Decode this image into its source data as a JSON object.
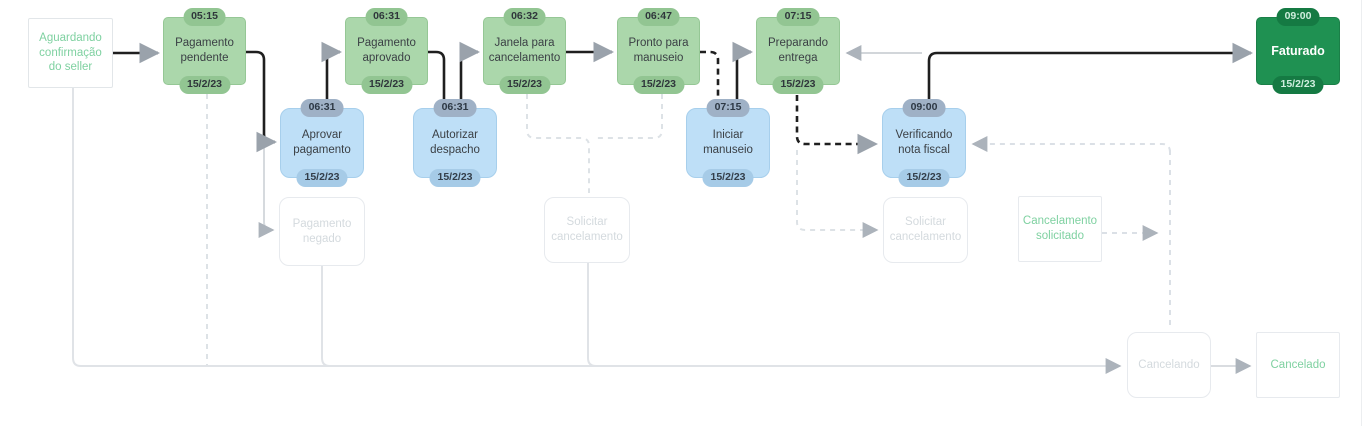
{
  "diagram": {
    "title": "order-workflow",
    "states": {
      "aguardando": {
        "label": "Aguardando confirmação do seller"
      },
      "pagamento_pendente": {
        "label": "Pagamento pendente",
        "time": "05:15",
        "date": "15/2/23"
      },
      "pagamento_aprovado": {
        "label": "Pagamento aprovado",
        "time": "06:31",
        "date": "15/2/23"
      },
      "janela_cancelamento": {
        "label": "Janela para cancelamento",
        "time": "06:32",
        "date": "15/2/23"
      },
      "pronto_manuseio": {
        "label": "Pronto para manuseio",
        "time": "06:47",
        "date": "15/2/23"
      },
      "preparando_entrega": {
        "label": "Preparando entrega",
        "time": "07:15",
        "date": "15/2/23"
      },
      "faturado": {
        "label": "Faturado",
        "time": "09:00",
        "date": "15/2/23"
      },
      "aprovar_pagamento": {
        "label": "Aprovar pagamento",
        "time": "06:31",
        "date": "15/2/23"
      },
      "autorizar_despacho": {
        "label": "Autorizar despacho",
        "time": "06:31",
        "date": "15/2/23"
      },
      "iniciar_manuseio": {
        "label": "Iniciar manuseio",
        "time": "07:15",
        "date": "15/2/23"
      },
      "verificando_nota_fiscal": {
        "label": "Verificando nota fiscal",
        "time": "09:00",
        "date": "15/2/23"
      },
      "pagamento_negado": {
        "label": "Pagamento negado"
      },
      "solicitar_cancelamento_1": {
        "label": "Solicitar cancelamento"
      },
      "solicitar_cancelamento_2": {
        "label": "Solicitar cancelamento"
      },
      "cancelamento_solicitado": {
        "label": "Cancelamento solicitado"
      },
      "cancelando": {
        "label": "Cancelando"
      },
      "cancelado": {
        "label": "Cancelado"
      }
    },
    "colors": {
      "state_done_bg": "#abd7ab",
      "state_current_bg": "#1f9152",
      "task_bg": "#bedff7",
      "pending_text": "#7fd1a1",
      "ghost_text": "#d4dade",
      "path_taken": "#1f1f1f",
      "path_untaken": "#dde2e6",
      "arrowhead": "#9aa2ab"
    }
  }
}
